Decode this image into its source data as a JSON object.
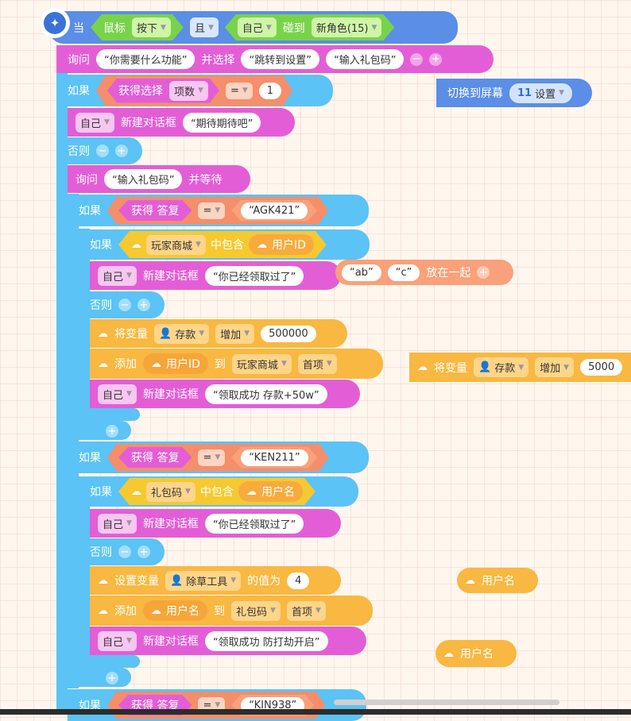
{
  "hat": {
    "when": "当",
    "mouse_label": "鼠标",
    "mouse_opt": "按下",
    "and": "且",
    "self": "自己",
    "touch": "碰到",
    "role": "新角色(15)"
  },
  "ask1": {
    "ask": "询问",
    "question": "“你需要什么功能”",
    "and_choose": "并选择",
    "opt1": "“跳转到设置”",
    "opt2": "“输入礼包码”"
  },
  "if1": {
    "if": "如果",
    "get_choice": "获得选择",
    "index_label": "项数",
    "eq": "=",
    "value": "1"
  },
  "switch": {
    "label": "切换到屏幕",
    "num": "11",
    "screen": "设置"
  },
  "say_wait": {
    "self": "自己",
    "action": "新建对话框",
    "text": "“期待期待吧”"
  },
  "else1": {
    "label": "否则"
  },
  "ask2": {
    "ask": "询问",
    "text": "“输入礼包码”",
    "wait": "并等待"
  },
  "cond1": {
    "if": "如果",
    "get_answer": "获得 答复",
    "eq": "=",
    "value": "“AGK421”"
  },
  "inner1": {
    "if": "如果",
    "list": "玩家商城",
    "contains": "中包含",
    "user_id": "用户ID"
  },
  "say_claimed1": {
    "self": "自己",
    "action": "新建对话框",
    "text": "“你已经领取过了”"
  },
  "join": {
    "a": "“ab”",
    "b": "“c”",
    "label": "放在一起"
  },
  "else2": {
    "label": "否则"
  },
  "var_add1": {
    "label": "将变量",
    "var": "存款",
    "op": "增加",
    "value": "500000"
  },
  "list_add": {
    "label": "添加",
    "user_id": "用户ID",
    "to": "到",
    "list": "玩家商城",
    "pos": "首项"
  },
  "float_var": {
    "label": "将变量",
    "var": "存款",
    "op": "增加",
    "value": "5000"
  },
  "say_success1": {
    "self": "自己",
    "action": "新建对话框",
    "text": "“领取成功 存款+50w”"
  },
  "cond2": {
    "if": "如果",
    "get_answer": "获得 答复",
    "eq": "=",
    "value": "“KEN211”"
  },
  "inner2": {
    "if": "如果",
    "list": "礼包码",
    "contains": "中包含",
    "user_name": "用户名"
  },
  "say_claimed2": {
    "self": "自己",
    "action": "新建对话框",
    "text": "“你已经领取过了”"
  },
  "else3": {
    "label": "否则"
  },
  "set_var": {
    "label": "设置变量",
    "var": "除草工具",
    "op": "的值为",
    "value": "4"
  },
  "float_user1": {
    "label": "用户名"
  },
  "list_add2": {
    "label": "添加",
    "user_name": "用户名",
    "to": "到",
    "list": "礼包码",
    "pos": "首项"
  },
  "say_success2": {
    "self": "自己",
    "action": "新建对话框",
    "text": "“领取成功 防打劫开启”"
  },
  "float_user2": {
    "label": "用户名"
  },
  "cond3": {
    "if": "如果",
    "get_answer": "获得 答复",
    "eq": "=",
    "value": "“KIN938”"
  },
  "colors": {
    "control": "#5bc3f5",
    "looks": "#e35ed6",
    "data": "#f8b841",
    "operator": "#f9a17a",
    "event": "#5a8ee7",
    "sensing": "#79d34a",
    "list": "#f6c930"
  }
}
